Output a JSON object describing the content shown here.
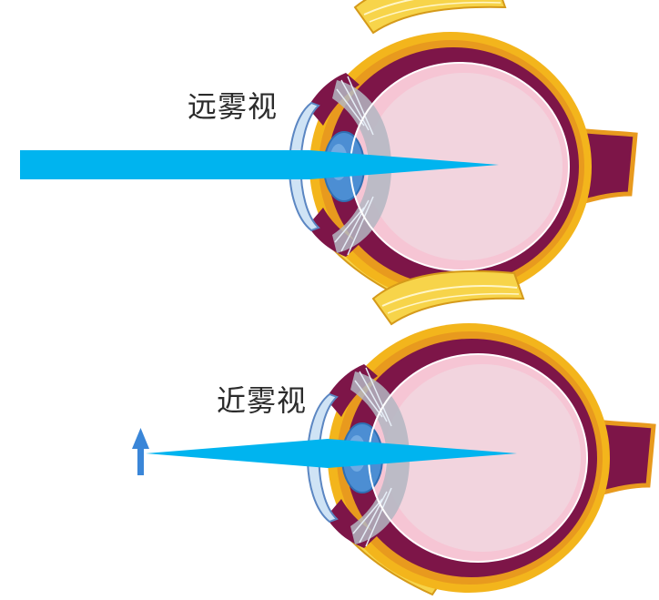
{
  "diagram": {
    "panels": [
      {
        "id": "far",
        "label": "远雾视"
      },
      {
        "id": "near",
        "label": "近雾视"
      }
    ]
  },
  "colors": {
    "light_ray": "#00b4ef",
    "object_arrow": "#3a86d8",
    "sclera_outer": "#f3b51c",
    "sclera_inner": "#e89a1e",
    "choroid": "#7d1548",
    "retina": "#f6c5d4",
    "vitreous": "#f2d4de",
    "cornea": "#cfe3f5",
    "lens": "#4c8ed3",
    "muscle": "#f7d44a"
  },
  "icons": [
    "eye-icon",
    "arrow-up-icon"
  ]
}
